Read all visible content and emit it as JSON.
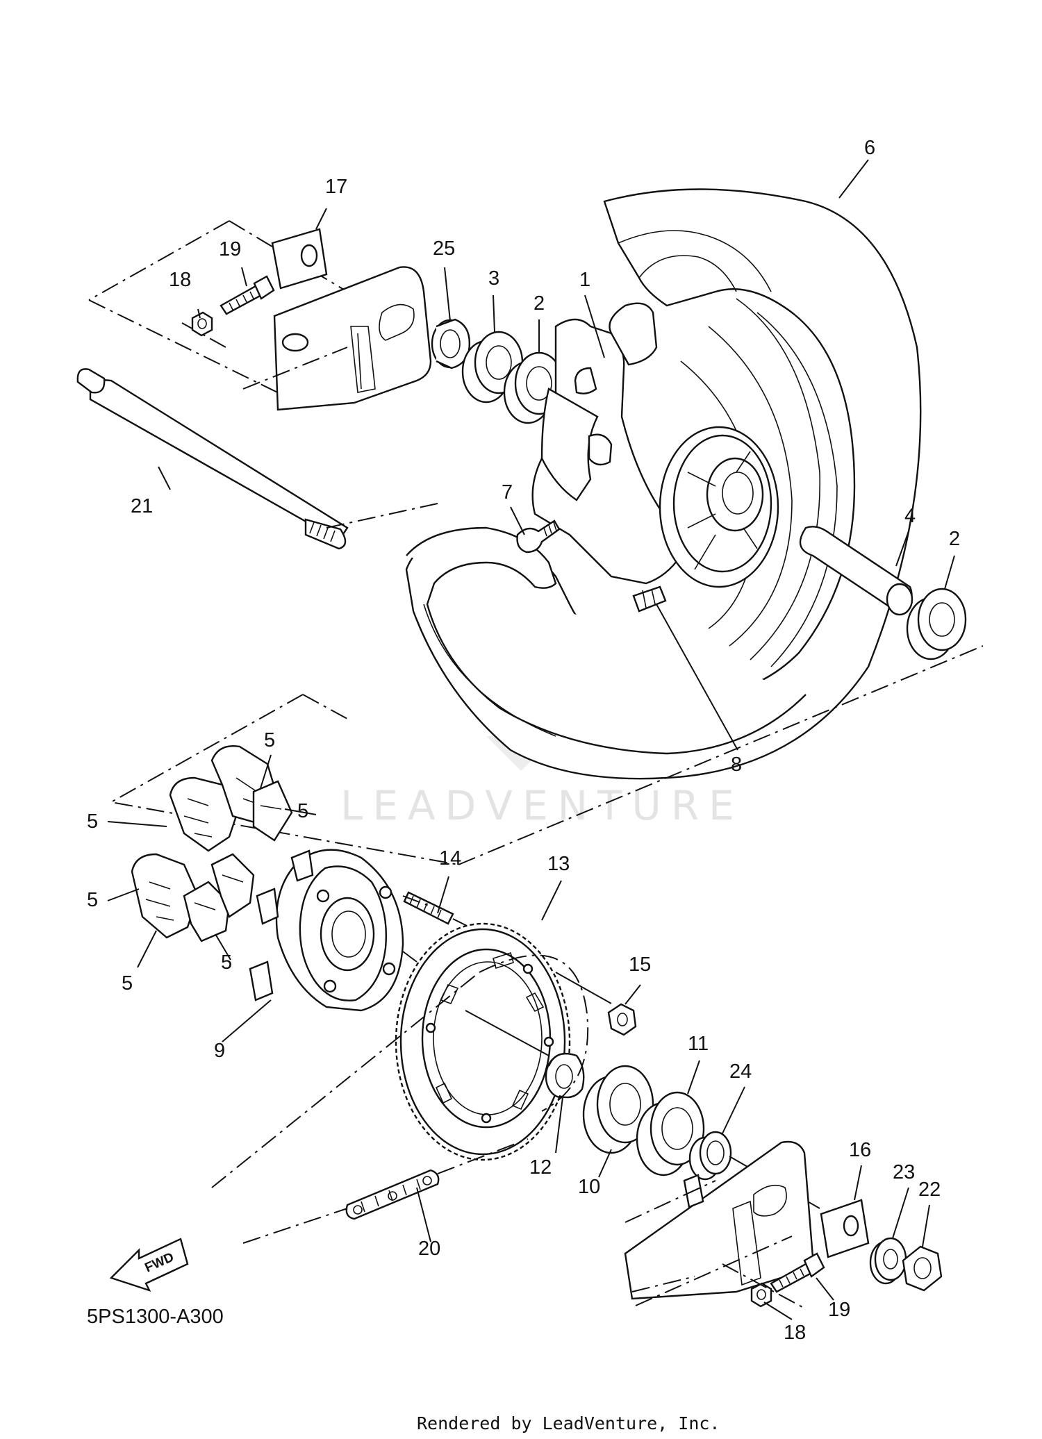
{
  "diagram": {
    "reference_code": "5PS1300-A300",
    "rendered_by": "Rendered by LeadVenture, Inc.",
    "watermark": "LEADVENTURE",
    "direction_label": "FWD",
    "callouts": [
      {
        "id": "c6",
        "label": "6"
      },
      {
        "id": "c17",
        "label": "17"
      },
      {
        "id": "c19a",
        "label": "19"
      },
      {
        "id": "c25",
        "label": "25"
      },
      {
        "id": "c3",
        "label": "3"
      },
      {
        "id": "c2a",
        "label": "2"
      },
      {
        "id": "c1",
        "label": "1"
      },
      {
        "id": "c18a",
        "label": "18"
      },
      {
        "id": "c21",
        "label": "21"
      },
      {
        "id": "c7",
        "label": "7"
      },
      {
        "id": "c4",
        "label": "4"
      },
      {
        "id": "c2b",
        "label": "2"
      },
      {
        "id": "c8",
        "label": "8"
      },
      {
        "id": "c5a",
        "label": "5"
      },
      {
        "id": "c5b",
        "label": "5"
      },
      {
        "id": "c5c",
        "label": "5"
      },
      {
        "id": "c5d",
        "label": "5"
      },
      {
        "id": "c5e",
        "label": "5"
      },
      {
        "id": "c5f",
        "label": "5"
      },
      {
        "id": "c14",
        "label": "14"
      },
      {
        "id": "c13",
        "label": "13"
      },
      {
        "id": "c15",
        "label": "15"
      },
      {
        "id": "c9",
        "label": "9"
      },
      {
        "id": "c11",
        "label": "11"
      },
      {
        "id": "c24",
        "label": "24"
      },
      {
        "id": "c12",
        "label": "12"
      },
      {
        "id": "c10",
        "label": "10"
      },
      {
        "id": "c16",
        "label": "16"
      },
      {
        "id": "c23",
        "label": "23"
      },
      {
        "id": "c22",
        "label": "22"
      },
      {
        "id": "c20",
        "label": "20"
      },
      {
        "id": "c19b",
        "label": "19"
      },
      {
        "id": "c18b",
        "label": "18"
      }
    ]
  }
}
